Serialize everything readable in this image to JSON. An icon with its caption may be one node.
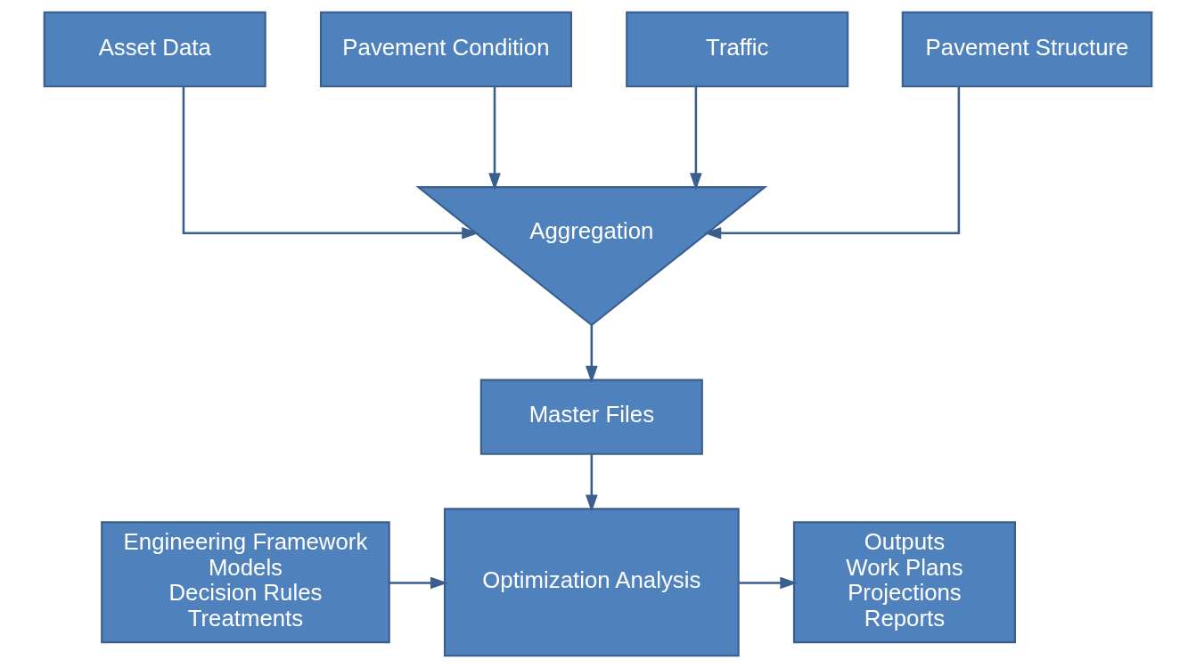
{
  "diagram": {
    "nodes": [
      {
        "text": [
          "Asset Data"
        ]
      },
      {
        "text": [
          "Pavement Condition"
        ]
      },
      {
        "text": [
          "Traffic"
        ]
      },
      {
        "text": [
          "Pavement Structure"
        ]
      },
      {
        "text": [
          "Aggregation"
        ]
      },
      {
        "text": [
          "Master Files"
        ]
      },
      {
        "text": [
          "Engineering Framework",
          "Models",
          "Decision Rules",
          "Treatments"
        ]
      },
      {
        "text": [
          "Optimization Analysis"
        ]
      },
      {
        "text": [
          "Outputs",
          "Work Plans",
          "Projections",
          "Reports"
        ]
      }
    ],
    "edges": [
      {
        "from": 0,
        "to": 4,
        "arrow": "to"
      },
      {
        "from": 1,
        "to": 4,
        "arrow": "to"
      },
      {
        "from": 2,
        "to": 4,
        "arrow": "to"
      },
      {
        "from": 3,
        "to": 4,
        "arrow": "to"
      },
      {
        "from": 4,
        "to": 5,
        "arrow": "to"
      },
      {
        "from": 5,
        "to": 7,
        "arrow": "to"
      },
      {
        "from": 6,
        "to": 7,
        "arrow": "to"
      },
      {
        "from": 7,
        "to": 8,
        "arrow": "to"
      }
    ]
  }
}
